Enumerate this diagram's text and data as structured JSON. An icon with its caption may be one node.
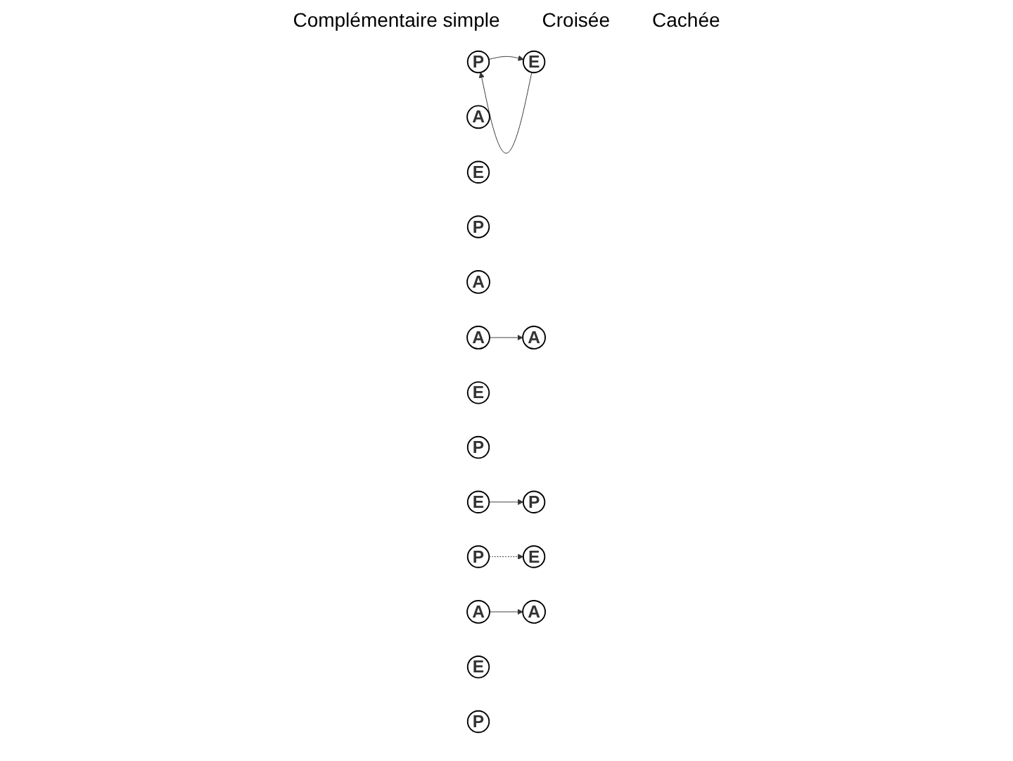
{
  "diagram": {
    "nodes": [
      {
        "text": [
          "P"
        ]
      },
      {
        "text": [
          "A"
        ]
      },
      {
        "text": [
          "E"
        ]
      },
      {
        "text": [
          "P"
        ]
      },
      {
        "text": [
          "A"
        ]
      },
      {
        "text": [
          "E"
        ]
      },
      {
        "text": [
          "P"
        ]
      },
      {
        "text": [
          "A"
        ]
      },
      {
        "text": [
          "E"
        ]
      },
      {
        "text": [
          "P"
        ]
      },
      {
        "text": [
          "A"
        ]
      },
      {
        "text": [
          "E"
        ]
      },
      {
        "text": [
          "P"
        ]
      },
      {
        "text": [
          "A"
        ]
      },
      {
        "text": [
          "E"
        ]
      },
      {
        "text": [
          "P"
        ]
      },
      {
        "text": [
          "A"
        ]
      },
      {
        "text": [
          "E"
        ]
      }
    ],
    "edges": [
      {
        "from": 0,
        "to": 5,
        "arrow": "to"
      },
      {
        "from": 5,
        "to": 0,
        "arrow": "to"
      },
      {
        "from": 7,
        "to": 10,
        "arrow": "to"
      },
      {
        "from": 11,
        "to": 6,
        "arrow": "to"
      },
      {
        "from": 13,
        "to": 16,
        "arrow": "to"
      },
      {
        "from": 12,
        "to": 17,
        "arrow": "to",
        "style": "dashed"
      }
    ],
    "labels": [
      "Complémentaire simple",
      "Croisée",
      "Cachée"
    ]
  }
}
